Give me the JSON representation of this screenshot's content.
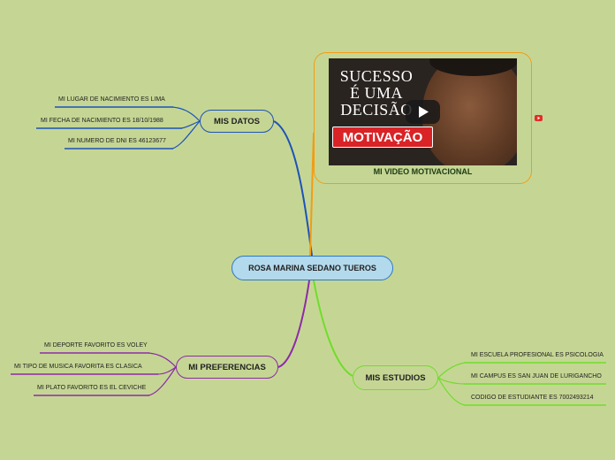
{
  "central": {
    "label": "ROSA MARINA SEDANO TUEROS"
  },
  "branches": {
    "datos": {
      "label": "MIS DATOS",
      "color": "#1d52b8",
      "items": [
        "MI LUGAR DE NACIMIENTO ES LIMA",
        "MI FECHA DE NACIMIENTO ES 18/10/1988",
        "MI NUMERO DE DNI ES 46123677"
      ]
    },
    "preferencias": {
      "label": "MI PREFERENCIAS",
      "color": "#8e2aa8",
      "items": [
        "MI DEPORTE FAVORITO ES VOLEY",
        "MI TIPO DE MUSICA FAVORITA ES  CLASICA",
        "MI PLATO FAVORITO ES EL CEVICHE"
      ]
    },
    "estudios": {
      "label": "MIS ESTUDIOS",
      "color": "#6fdd2a",
      "items": [
        "MI ESCUELA PROFESIONAL ES PSICOLOGIA",
        "MI CAMPUS ES SAN JUAN DE LURIGANCHO",
        "CODIGO DE ESTUDIANTE ES 7002493214"
      ]
    },
    "video": {
      "label": "MI VIDEO MOTIVACIONAL",
      "color": "#f39c12",
      "thumbnail": {
        "line1": "SUCESSO",
        "line2": "É UMA",
        "line3": "DECISÃO",
        "badge": "MOTIVAÇÃO"
      }
    }
  },
  "icons": {
    "play": "play-icon",
    "video_link": "youtube-icon"
  },
  "colors": {
    "background": "#c5d694",
    "central_fill": "#b3d9ec",
    "central_border": "#2b78c9"
  }
}
